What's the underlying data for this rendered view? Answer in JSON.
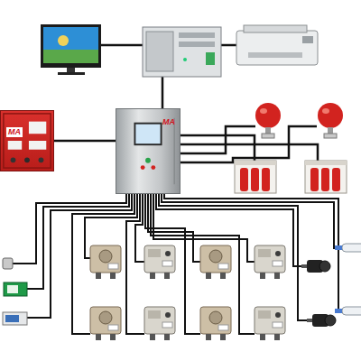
{
  "diagram": {
    "nodes": [
      {
        "text": [
          "MA"
        ]
      },
      {
        "text": [
          "MA"
        ]
      }
    ],
    "edges": [
      {
        "from": 1,
        "to": 0,
        "arrow": "none"
      }
    ]
  }
}
